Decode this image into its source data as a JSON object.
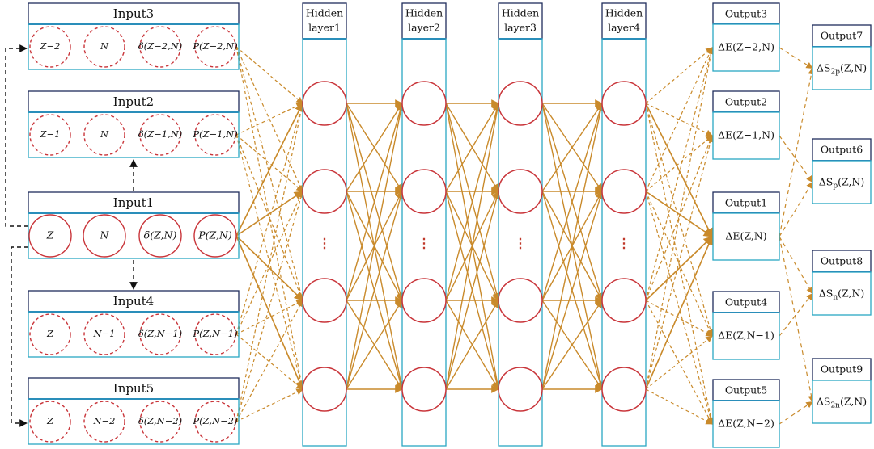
{
  "colors": {
    "title_border": "#1f2d5c",
    "panel_border": "#2aa7c3",
    "node": "#c9353a",
    "edge": "#c98a2b",
    "edge_dashed": "#c98a2b",
    "arrow_black": "#111111"
  },
  "inputs": [
    {
      "title": "Input3",
      "cells": [
        "Z−2",
        "N",
        "δ(Z−2,N)",
        "P(Z−2,N)"
      ],
      "dashed": true
    },
    {
      "title": "Input2",
      "cells": [
        "Z−1",
        "N",
        "δ(Z−1,N)",
        "P(Z−1,N)"
      ],
      "dashed": true
    },
    {
      "title": "Input1",
      "cells": [
        "Z",
        "N",
        "δ(Z,N)",
        "P(Z,N)"
      ],
      "dashed": false
    },
    {
      "title": "Input4",
      "cells": [
        "Z",
        "N−1",
        "δ(Z,N−1)",
        "P(Z,N−1)"
      ],
      "dashed": true
    },
    {
      "title": "Input5",
      "cells": [
        "Z",
        "N−2",
        "δ(Z,N−2)",
        "P(Z,N−2)"
      ],
      "dashed": true
    }
  ],
  "hidden_layers": [
    {
      "title_line1": "Hidden",
      "title_line2": "layer1"
    },
    {
      "title_line1": "Hidden",
      "title_line2": "layer2"
    },
    {
      "title_line1": "Hidden",
      "title_line2": "layer3"
    },
    {
      "title_line1": "Hidden",
      "title_line2": "layer4"
    }
  ],
  "ellipsis": "⋮",
  "outputs": [
    {
      "title": "Output3",
      "value": "ΔE(Z−2,N)"
    },
    {
      "title": "Output2",
      "value": "ΔE(Z−1,N)"
    },
    {
      "title": "Output1",
      "value": "ΔE(Z,N)"
    },
    {
      "title": "Output4",
      "value": "ΔE(Z,N−1)"
    },
    {
      "title": "Output5",
      "value": "ΔE(Z,N−2)"
    }
  ],
  "secondary_outputs": [
    {
      "title": "Output7",
      "value": "ΔS2p(Z,N)",
      "base": "ΔS",
      "sub": "2p",
      "tail": "(Z,N)"
    },
    {
      "title": "Output6",
      "value": "ΔSp(Z,N)",
      "base": "ΔS",
      "sub": "p",
      "tail": "(Z,N)"
    },
    {
      "title": "Output8",
      "value": "ΔSn(Z,N)",
      "base": "ΔS",
      "sub": "n",
      "tail": "(Z,N)"
    },
    {
      "title": "Output9",
      "value": "ΔS2n(Z,N)",
      "base": "ΔS",
      "sub": "2n",
      "tail": "(Z,N)"
    }
  ]
}
